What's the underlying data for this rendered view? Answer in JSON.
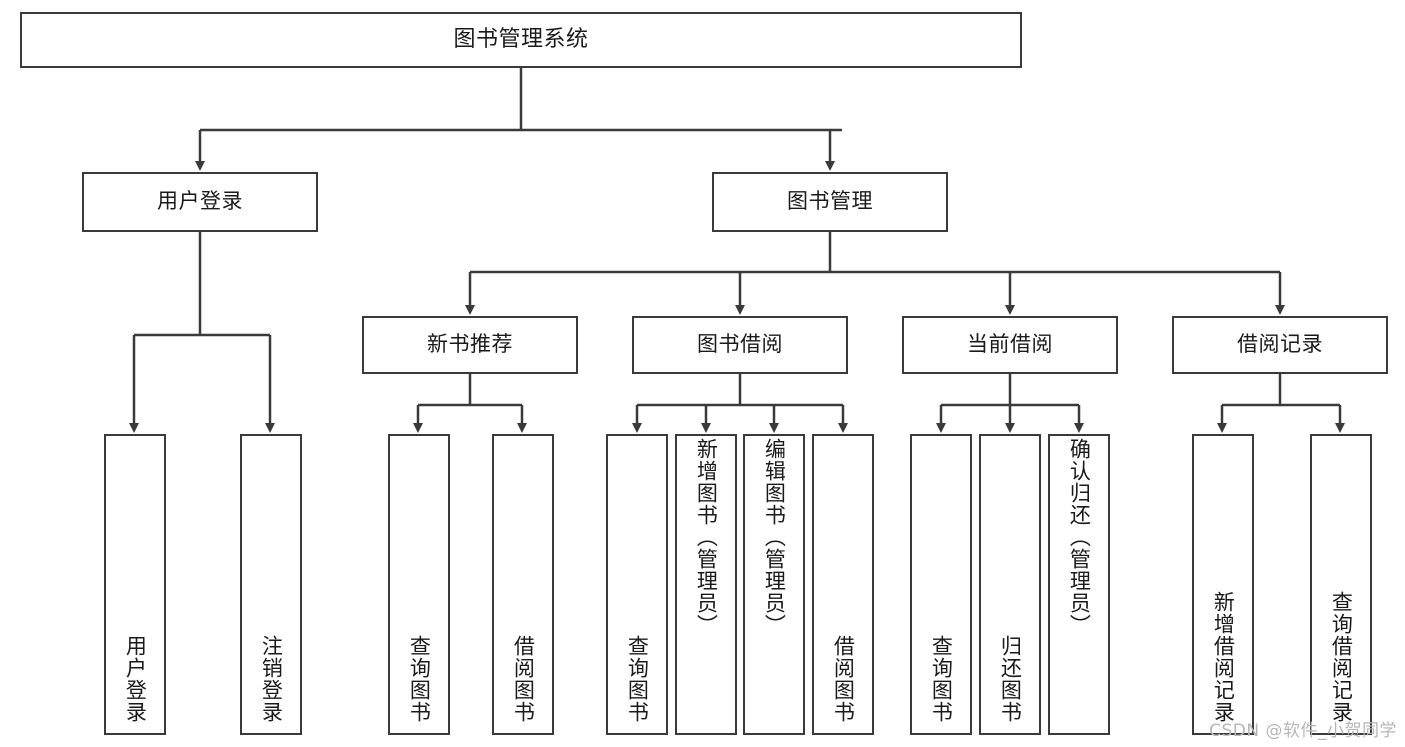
{
  "diagram": {
    "title": "图书管理系统",
    "type": "hierarchy-tree",
    "watermark": "CSDN @软件_小贺同学",
    "colors": {
      "stroke": "#3a3a3a",
      "fill": "#ffffff",
      "text": "#1a1a1a",
      "watermark": "#b6b6b6"
    },
    "root": {
      "label": "图书管理系统"
    },
    "level2": [
      {
        "label": "用户登录"
      },
      {
        "label": "图书管理"
      }
    ],
    "level3": [
      {
        "label": "新书推荐"
      },
      {
        "label": "图书借阅"
      },
      {
        "label": "当前借阅"
      },
      {
        "label": "借阅记录"
      }
    ],
    "leaves": {
      "user_login": [
        {
          "label": "用户登录"
        },
        {
          "label": "注销登录"
        }
      ],
      "new_book": [
        {
          "label": "查询图书"
        },
        {
          "label": "借阅图书"
        }
      ],
      "book_borrow": [
        {
          "label": "查询图书"
        },
        {
          "label": "新增图书（管理员）"
        },
        {
          "label": "编辑图书（管理员）"
        },
        {
          "label": "借阅图书"
        }
      ],
      "current_borrow": [
        {
          "label": "查询图书"
        },
        {
          "label": "归还图书"
        },
        {
          "label": "确认归还（管理员）"
        }
      ],
      "borrow_record": [
        {
          "label": "新增借阅记录"
        },
        {
          "label": "查询借阅记录"
        }
      ]
    }
  }
}
